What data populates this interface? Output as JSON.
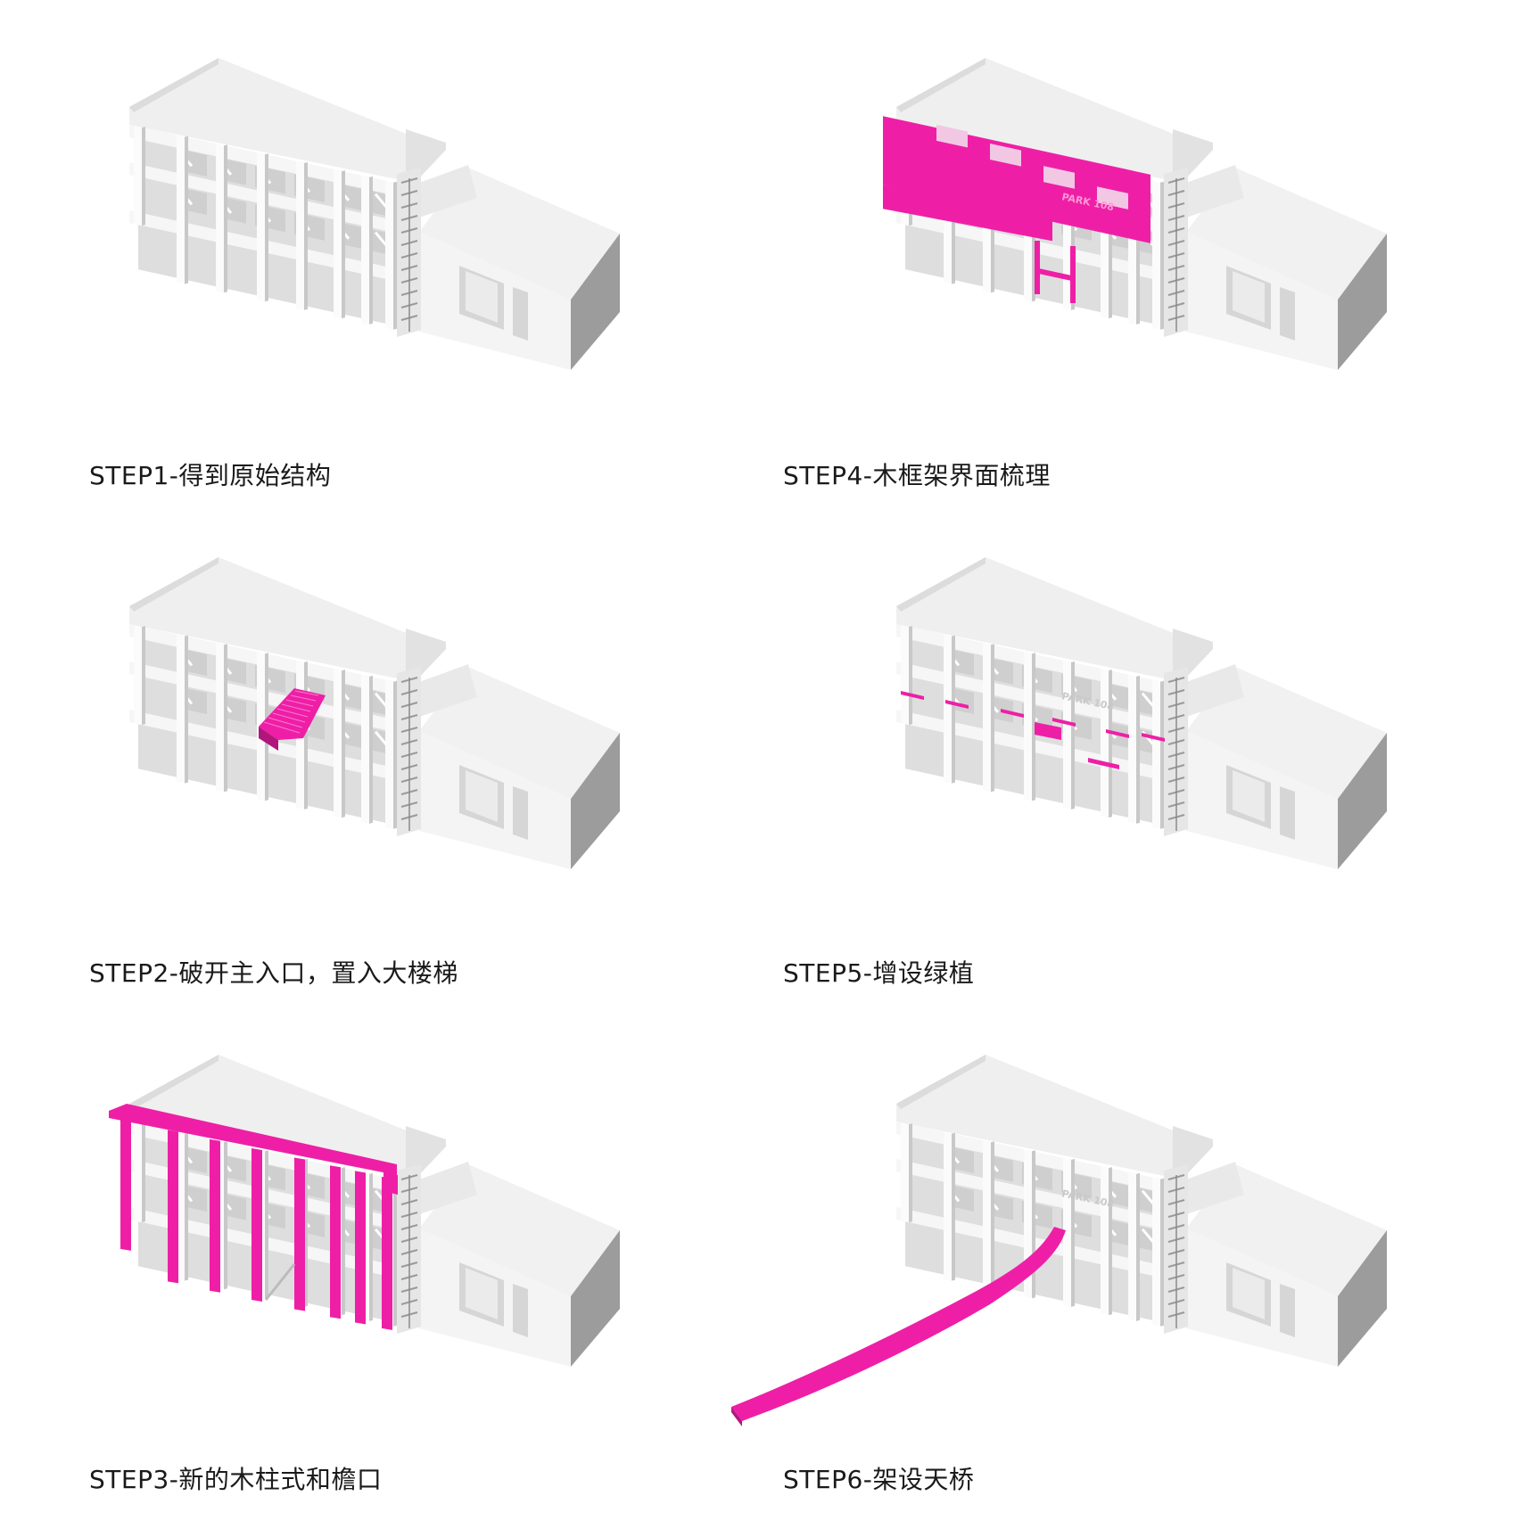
{
  "accent_color": "#ee1fa6",
  "steps": [
    {
      "caption": "STEP1-得到原始结构",
      "highlight": "none",
      "sign_text": ""
    },
    {
      "caption": "STEP4-木框架界面梳理",
      "highlight": "facade",
      "sign_text": "PARK 108"
    },
    {
      "caption": "STEP2-破开主入口，置入大楼梯",
      "highlight": "stair",
      "sign_text": ""
    },
    {
      "caption": "STEP5-增设绿植",
      "highlight": "planting",
      "sign_text": "PARK 108"
    },
    {
      "caption": "STEP3-新的木柱式和檐口",
      "highlight": "columns",
      "sign_text": ""
    },
    {
      "caption": "STEP6-架设天桥",
      "highlight": "bridge",
      "sign_text": "PARK 108"
    }
  ]
}
